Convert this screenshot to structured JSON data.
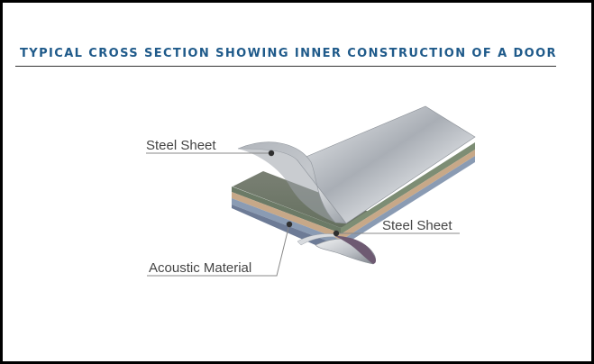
{
  "title": "TYPICAL CROSS SECTION SHOWING INNER CONSTRUCTION OF A DOOR",
  "callouts": {
    "top_sheet": "Steel Sheet",
    "bottom_sheet": "Steel Sheet",
    "core": "Acoustic Material"
  },
  "colors": {
    "title": "#1f5a8a",
    "steel": "#b8bcc2",
    "green_layer": "#7d8d74",
    "tan_layer": "#c7a888",
    "blue_layer": "#8a9bb3",
    "inner_lining": "#6e5a72"
  }
}
